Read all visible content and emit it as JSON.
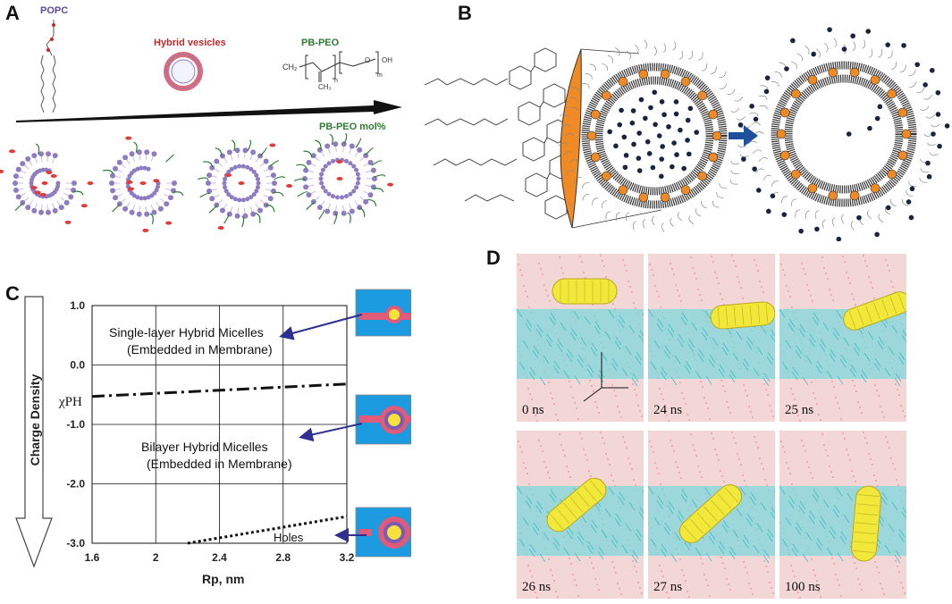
{
  "panels": {
    "a": {
      "label": "A",
      "popc_label": "POPC",
      "hybrid_label": "Hybrid vesicles",
      "pbpeo_label": "PB-PEO",
      "mol_label": "PB-PEO mol%",
      "formula": {
        "ch2": "CH₂",
        "ch3": "CH₃",
        "n": "n",
        "m": "m",
        "oh": "OH",
        "o": "O"
      },
      "colors": {
        "lipid_head": "#8e7cc3",
        "pbpeo": "#2e7d32",
        "cargo": "#e53935",
        "popc": "#5c4a9e",
        "hybrid": "#c62828"
      }
    },
    "b": {
      "label": "B",
      "colors": {
        "core": "#f08a24",
        "arrow": "#1f4e9a",
        "dots": "#1a2340"
      }
    },
    "c": {
      "label": "C",
      "side_label": "Charge Density",
      "ylabel": "χPH",
      "xlabel": "Rp, nm",
      "annotations": {
        "single_line1": "Single-layer Hybrid Micelles",
        "single_line2": "(Embedded in Membrane)",
        "bilayer_line1": "Bilayer Hybrid Micelles",
        "bilayer_line2": "(Embedded in Membrane)",
        "holes": "Holes"
      }
    },
    "d": {
      "label": "D",
      "frames": [
        "0 ns",
        "24 ns",
        "25 ns",
        "26 ns",
        "27 ns",
        "100 ns"
      ],
      "colors": {
        "water": "#f3d6d6",
        "membrane": "#7fd8dc",
        "tube": "#f2e83a"
      }
    }
  },
  "chart_data": {
    "type": "line",
    "xlabel": "Rp, nm",
    "ylabel": "χPH",
    "xlim": [
      1.6,
      3.2
    ],
    "ylim": [
      -3.0,
      1.0
    ],
    "x_ticks": [
      "1.6",
      "2",
      "2.4",
      "2.8",
      "3.2"
    ],
    "y_ticks": [
      "1.0",
      "0.0",
      "-1.0",
      "-2.0",
      "-3.0"
    ],
    "grid": true,
    "series": [
      {
        "style": "dash-dot",
        "x": [
          1.6,
          3.2
        ],
        "y": [
          -0.53,
          -0.32
        ]
      },
      {
        "style": "dotted",
        "x": [
          2.2,
          3.2
        ],
        "y": [
          -3.0,
          -2.55
        ]
      }
    ]
  }
}
